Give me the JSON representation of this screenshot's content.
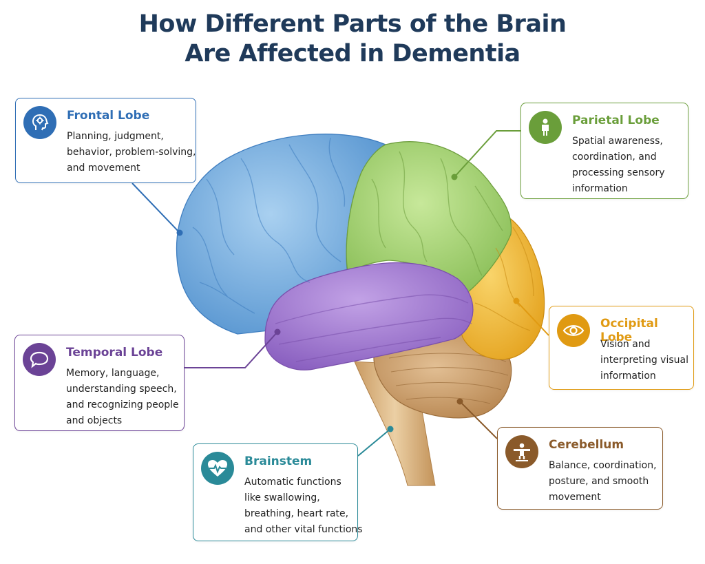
{
  "title": {
    "line1": "How Different Parts of the Brain",
    "line2": "Are Affected in Dementia"
  },
  "regions": {
    "frontal": {
      "name": "Frontal Lobe",
      "lines": [
        "Planning, judgment,",
        "behavior, problem-solving,",
        "and movement"
      ],
      "color": "#2f6eb5",
      "fill": "#7fb3e0",
      "icon": "head-with-gear-icon"
    },
    "parietal": {
      "name": "Parietal Lobe",
      "lines": [
        "Spatial awareness,",
        "coordination, and",
        "processing sensory",
        "information"
      ],
      "color": "#6a9e3a",
      "fill": "#a8d472",
      "icon": "person-icon"
    },
    "occipital": {
      "name": "Occipital Lobe",
      "lines": [
        "Vision and",
        "interpreting visual",
        "information"
      ],
      "color": "#e09a12",
      "fill": "#f2bc3c",
      "icon": "eye-icon"
    },
    "temporal": {
      "name": "Temporal Lobe",
      "lines": [
        "Memory, language,",
        "understanding speech,",
        "and recognizing people",
        "and objects"
      ],
      "color": "#6b4396",
      "fill": "#a57fd2",
      "icon": "speech-bubble-icon"
    },
    "brainstem": {
      "name": "Brainstem",
      "lines": [
        "Automatic functions",
        "like swallowing,",
        "breathing, heart rate,",
        "and other vital functions"
      ],
      "color": "#2a8a98",
      "fill": "#ddb88a",
      "icon": "heart-pulse-icon"
    },
    "cerebellum": {
      "name": "Cerebellum",
      "lines": [
        "Balance, coordination,",
        "posture, and smooth",
        "movement"
      ],
      "color": "#8a5a2a",
      "fill": "#c99a68",
      "icon": "balance-figure-icon"
    }
  }
}
